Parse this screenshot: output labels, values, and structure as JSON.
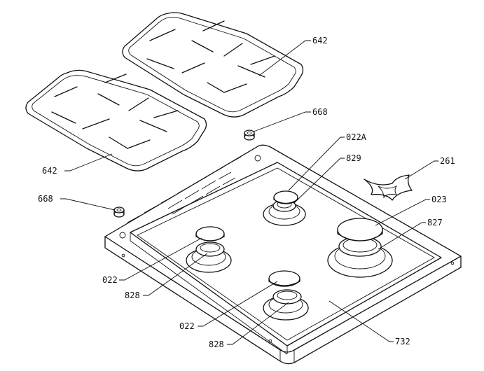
{
  "labels": {
    "grate_right": "642",
    "grate_left": "642",
    "knob_right": "668",
    "knob_left": "668",
    "cap_small": "022A",
    "burner_small": "829",
    "adapter": "261",
    "cap_large": "023",
    "burner_large": "827",
    "cap_left": "022",
    "burner_left": "828",
    "cap_front": "022",
    "burner_front": "828",
    "hob_plate": "732"
  },
  "colors": {
    "line": "#111111",
    "background": "#ffffff"
  }
}
